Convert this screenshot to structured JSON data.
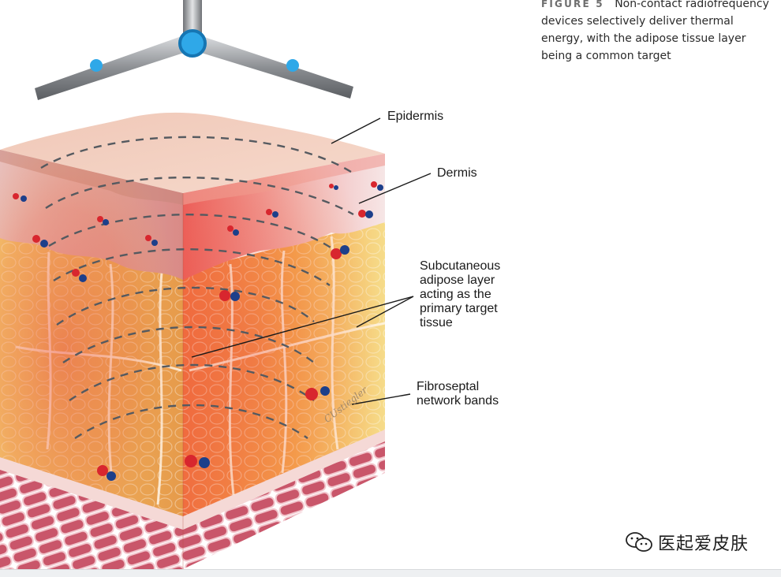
{
  "caption": {
    "figure_label": "FIGURE 5",
    "text": "Non-contact radiofrequency devices selectively deliver thermal energy, with the adipose tissue layer being a common target"
  },
  "labels": {
    "epidermis": "Epidermis",
    "dermis": "Dermis",
    "subcutaneous": [
      "Subcutaneous",
      "adipose layer",
      "acting as the",
      "primary target",
      "tissue"
    ],
    "fibroseptal": [
      "Fibroseptal",
      "network bands"
    ]
  },
  "artist_signature": "CUstiegler",
  "watermark": {
    "icon": "wechat-icon",
    "text": "医起爱皮肤"
  },
  "colors": {
    "epidermis": "#f2c4b4",
    "dermis": "#f1d3d0",
    "adipose": "#f0c060",
    "muscle": "#c8566a",
    "heat": "#e8443a",
    "device_blue": "#2fa8e8",
    "device_metal": "#8c8f93"
  }
}
